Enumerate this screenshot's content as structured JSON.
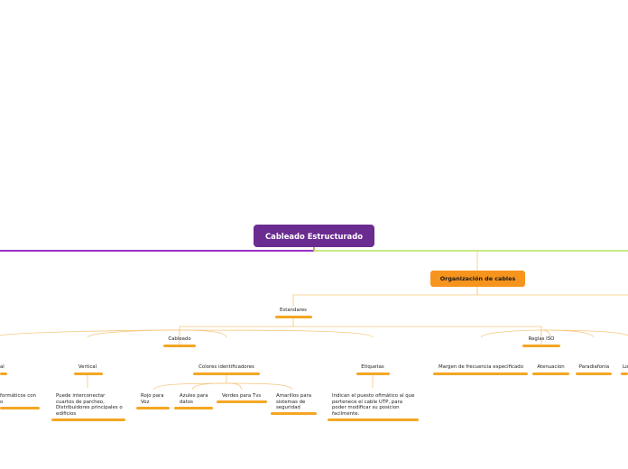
{
  "root": {
    "label": "Cableado Estructurado",
    "color": "#6a2c91"
  },
  "main_topic": {
    "label": "Organización de cables",
    "color": "#f7941d"
  },
  "connector_colors": {
    "left": "#9b30c8",
    "right": "#b5e35a",
    "tree": "#f5c77e",
    "underline": "#f5a623"
  },
  "nodes": {
    "estandares": "Estandares",
    "cableado": "Cableado",
    "reglas_iso": "Reglas ISO",
    "horizontal_partial": "al",
    "vertical": "Vertical",
    "colores": "Colores identificadores",
    "etiquetas": "Etiquetas",
    "margen": "Margen de frecuencia especificado",
    "atenuacion": "Atenuación",
    "paradiafonia": "Paradiafonia",
    "partial_right": "Lo"
  },
  "details": {
    "horizontal_line1": "formáticos con",
    "horizontal_line2": "o",
    "vertical_desc": "Puede interconectar cuartos de parcheo, Distribuidores principales o edificios",
    "rojo": "Rojo para Voz",
    "azules": "Azules para datos",
    "verdes": "Verdes para Tvs",
    "amarillos": "Amarillos para sistemas de seguridad",
    "etiquetas_desc": "Indican el puesto ofimático al que pertenece el cable UTP, para poder modificar su posicion facilmente."
  }
}
